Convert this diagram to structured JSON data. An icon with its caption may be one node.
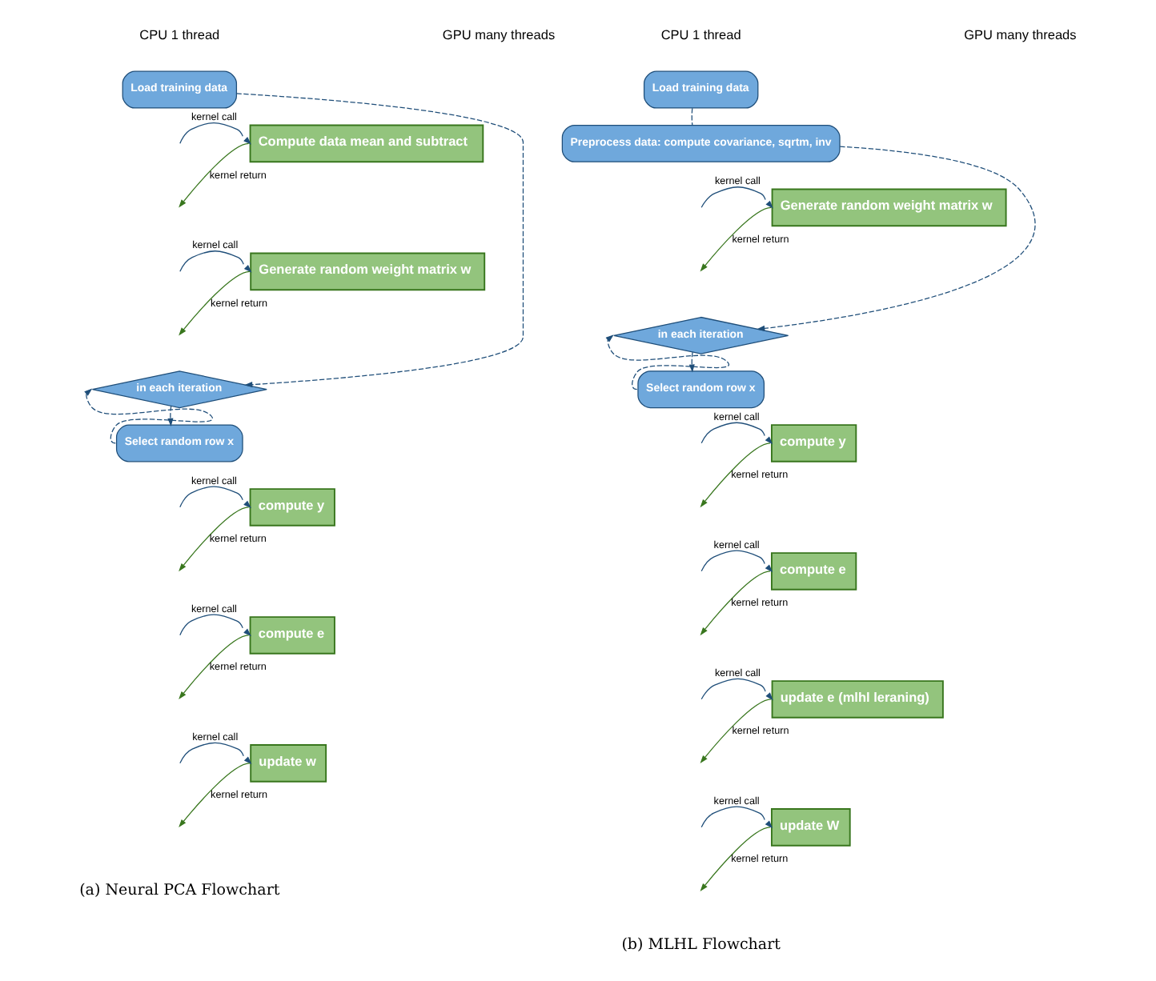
{
  "diagram": {
    "nodes": [
      {
        "text": [
          "Load training data"
        ]
      },
      {
        "text": [
          "Compute data mean and subtract"
        ]
      },
      {
        "text": [
          "Generate random weight matrix w"
        ]
      },
      {
        "text": [
          "in each iteration"
        ]
      },
      {
        "text": [
          "Select random row x"
        ]
      },
      {
        "text": [
          "compute y"
        ]
      },
      {
        "text": [
          "compute e"
        ]
      },
      {
        "text": [
          "update w"
        ]
      },
      {
        "text": [
          "Load training data"
        ]
      },
      {
        "text": [
          "Preprocess data: compute covariance, sqrtm, inv"
        ]
      },
      {
        "text": [
          "Generate random weight matrix w"
        ]
      },
      {
        "text": [
          "in each iteration"
        ]
      },
      {
        "text": [
          "Select random row x"
        ]
      },
      {
        "text": [
          "compute y"
        ]
      },
      {
        "text": [
          "compute e"
        ]
      },
      {
        "text": [
          "update e (mlhl leraning)"
        ]
      },
      {
        "text": [
          "update W"
        ]
      }
    ],
    "edges": [
      {
        "from": 1,
        "to": null,
        "arrow": "to",
        "label": "kernel return",
        "color": "#38761d"
      },
      {
        "from": null,
        "to": 1,
        "arrow": "to",
        "label": "kernel call"
      },
      {
        "from": 2,
        "to": null,
        "arrow": "to",
        "label": "kernel return",
        "color": "#38761d"
      },
      {
        "from": null,
        "to": 2,
        "arrow": "to",
        "label": "kernel call"
      },
      {
        "from": 0,
        "to": 3,
        "arrow": "to",
        "style": "dashed"
      },
      {
        "from": 3,
        "to": 4,
        "arrow": "to",
        "style": "dashed"
      },
      {
        "from": 5,
        "to": null,
        "arrow": "to",
        "label": "kernel return",
        "color": "#38761d"
      },
      {
        "from": null,
        "to": 5,
        "arrow": "to",
        "label": "kernel call"
      },
      {
        "from": 6,
        "to": null,
        "arrow": "to",
        "label": "kernel return",
        "color": "#38761d"
      },
      {
        "from": null,
        "to": 6,
        "arrow": "to",
        "label": "kernel call"
      },
      {
        "from": 7,
        "to": null,
        "arrow": "to",
        "label": "kernel return",
        "color": "#38761d"
      },
      {
        "from": null,
        "to": 7,
        "arrow": "to",
        "label": "kernel call"
      },
      {
        "from": 4,
        "to": 3,
        "arrow": "to",
        "style": "dashed"
      },
      {
        "from": 8,
        "to": 9,
        "arrow": "none",
        "style": "dashed"
      },
      {
        "from": 10,
        "to": null,
        "arrow": "to",
        "label": "kernel return",
        "color": "#38761d"
      },
      {
        "from": null,
        "to": 10,
        "arrow": "to",
        "label": "kernel call"
      },
      {
        "from": 9,
        "to": 11,
        "arrow": "to",
        "style": "dashed"
      },
      {
        "from": 11,
        "to": 12,
        "arrow": "to",
        "style": "dashed"
      },
      {
        "from": 13,
        "to": null,
        "arrow": "to",
        "label": "kernel return",
        "color": "#38761d"
      },
      {
        "from": null,
        "to": 13,
        "arrow": "to",
        "label": "kernel call"
      },
      {
        "from": 14,
        "to": null,
        "arrow": "to",
        "label": "kernel return",
        "color": "#38761d"
      },
      {
        "from": null,
        "to": 14,
        "arrow": "to",
        "label": "kernel call"
      },
      {
        "from": 15,
        "to": null,
        "arrow": "to",
        "label": "kernel return",
        "color": "#38761d"
      },
      {
        "from": null,
        "to": 15,
        "arrow": "to",
        "label": "kernel call"
      },
      {
        "from": 16,
        "to": null,
        "arrow": "to",
        "label": "kernel return",
        "color": "#38761d"
      },
      {
        "from": null,
        "to": 16,
        "arrow": "to",
        "label": "kernel call"
      },
      {
        "from": 12,
        "to": 11,
        "arrow": "to",
        "style": "dashed"
      }
    ],
    "labels": [
      "CPU 1 thread",
      "GPU many threads",
      "CPU 1 thread",
      "GPU many threads",
      "(a) Neural PCA Flowchart",
      "(b) MLHL Flowchart"
    ]
  }
}
